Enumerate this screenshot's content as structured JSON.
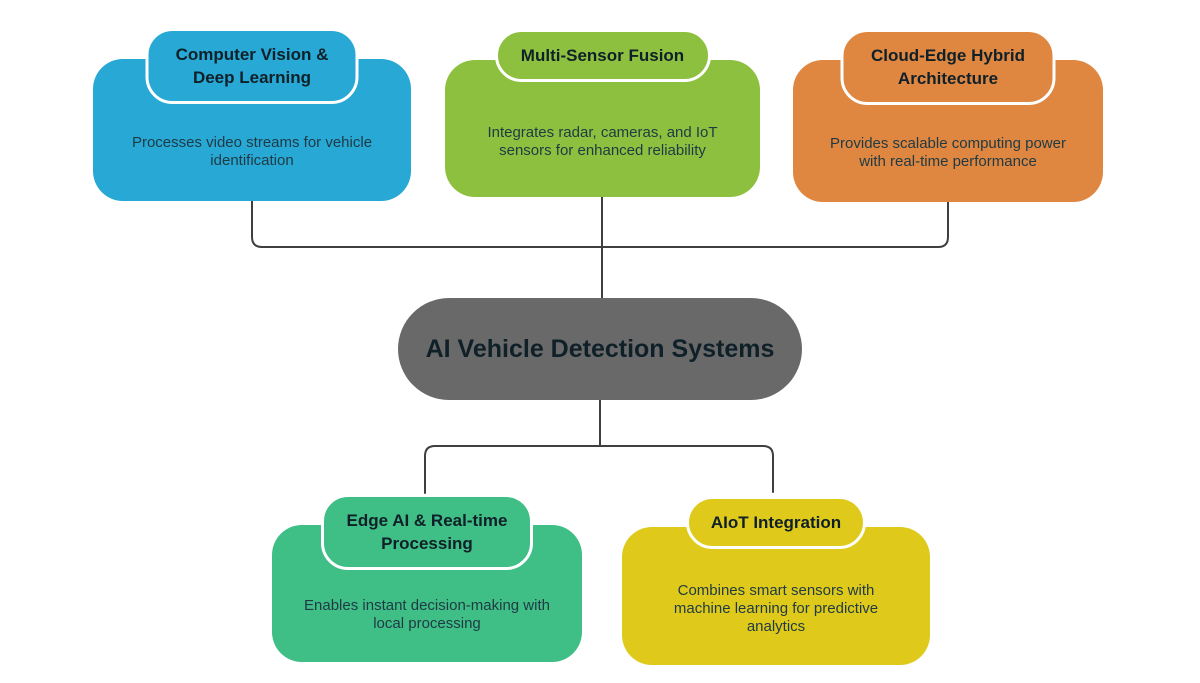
{
  "diagram": {
    "hub": {
      "label": "AI Vehicle Detection Systems",
      "color": "#696969"
    },
    "nodes": [
      {
        "id": "computer-vision-deep-learning",
        "title": "Computer Vision & Deep Learning",
        "description": "Processes video streams for vehicle identification",
        "color": "#27A8D5"
      },
      {
        "id": "multi-sensor-fusion",
        "title": "Multi-Sensor Fusion",
        "description": "Integrates radar, cameras, and IoT sensors for enhanced reliability",
        "color": "#8EC03F"
      },
      {
        "id": "cloud-edge-hybrid-architecture",
        "title": "Cloud-Edge Hybrid Architecture",
        "description": "Provides scalable computing power with real-time performance",
        "color": "#DF8640"
      },
      {
        "id": "edge-ai-real-time-processing",
        "title": "Edge AI & Real-time Processing",
        "description": "Enables instant decision-making with local processing",
        "color": "#3FBE86"
      },
      {
        "id": "aiot-integration",
        "title": "AIoT Integration",
        "description": "Combines smart sensors with machine learning for predictive analytics",
        "color": "#DFCA1B"
      }
    ],
    "theme": {
      "background": "#FFFFFF",
      "line-color": "#3F3F3F",
      "badge-border": "#FFFFFF",
      "title-color": "#0F2028",
      "body-color": "#1F3A44"
    }
  }
}
